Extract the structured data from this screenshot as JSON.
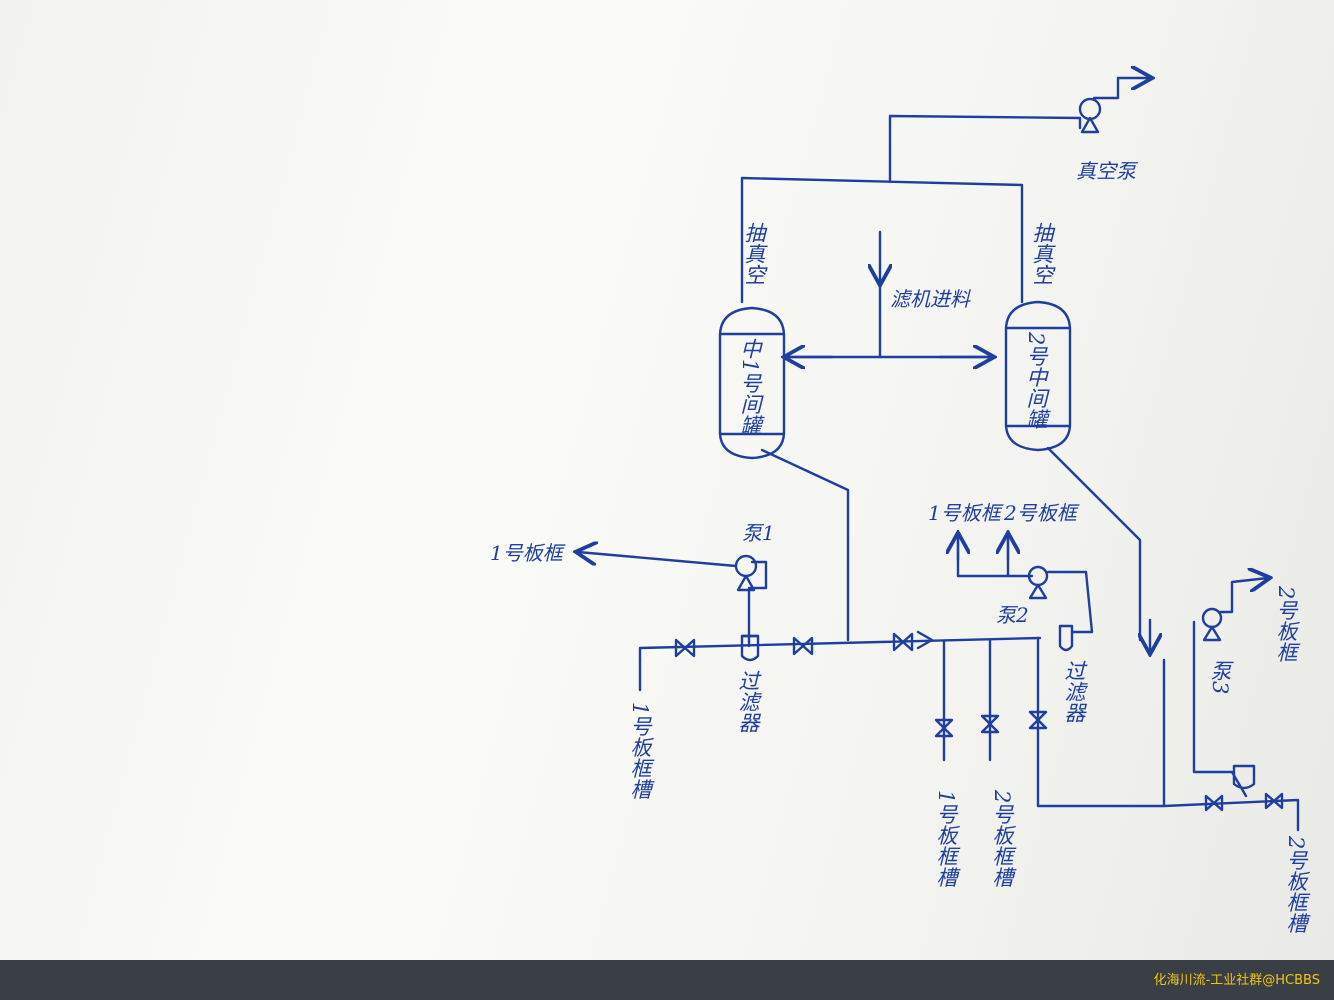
{
  "labels": {
    "vacuum_pump": "真空泵",
    "vacuum_left": "抽真空",
    "vacuum_right": "抽真空",
    "filter_feed": "滤机进料",
    "tank1": "中1号间罐",
    "tank2": "2号中间罐",
    "pump1": "泵1",
    "pump2": "泵2",
    "pump3": "泵3",
    "out_1_left": "1号板框",
    "out_1_top": "1号板框",
    "out_2_top": "2号板框",
    "out_2_right": "2号板框",
    "in_1_left": "1号板框槽",
    "in_1_mid": "1号板框槽",
    "in_2_mid": "2号板框槽",
    "in_2_right": "2号板框槽",
    "filter1": "过滤器",
    "filter2": "过滤器"
  },
  "watermark": "化海川流-工业社群@HCBBS"
}
